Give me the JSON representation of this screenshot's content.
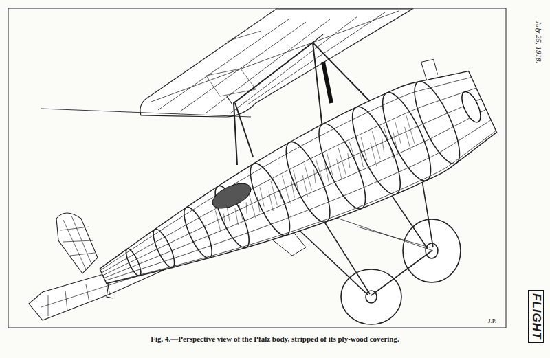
{
  "diagram": {
    "caption": "Fig. 4.—Perspective view of the Pfalz body, stripped of its ply-wood covering.",
    "labels": [
      "July 25, 1918.",
      "J.P.",
      "FLIGHT"
    ]
  }
}
